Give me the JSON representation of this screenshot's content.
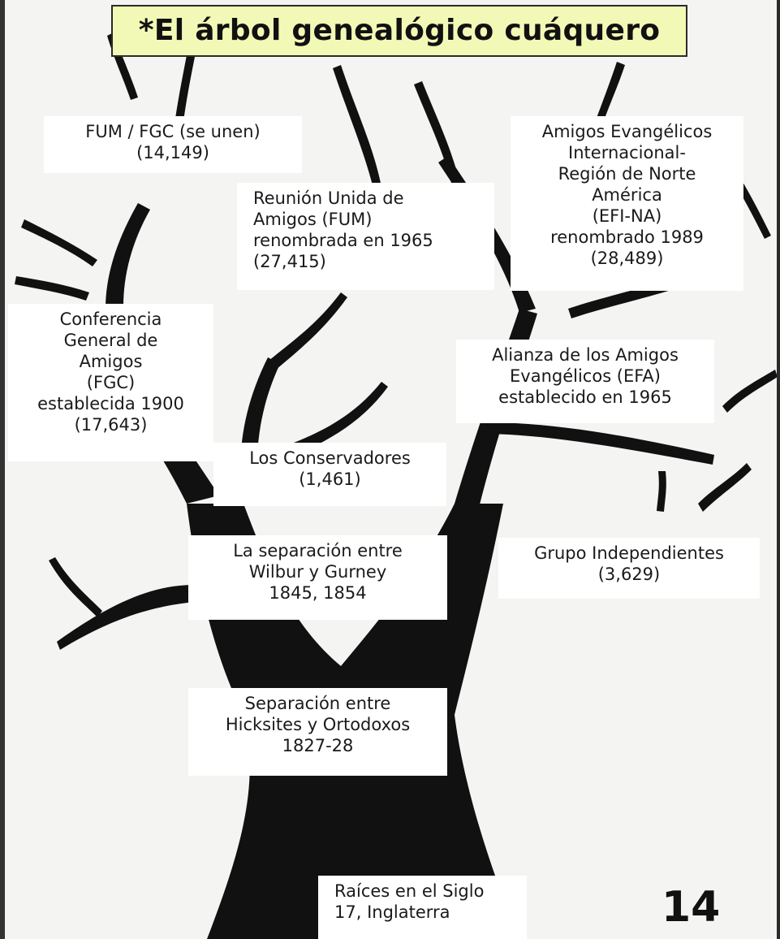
{
  "title": "*El árbol genealógico cuáquero",
  "page_number": "14",
  "nodes": {
    "fum_fgc": "FUM / FGC (se unen)\n(14,149)",
    "efi_na": "Amigos Evangélicos\nInternacional-\nRegión de Norte\nAmérica\n(EFI-NA)\nrenombrado 1989\n(28,489)",
    "fum": "Reunión Unida de\nAmigos (FUM)\nrenombrada en 1965\n(27,415)",
    "fgc": "Conferencia\nGeneral de\nAmigos\n(FGC)\nestablecida 1900\n(17,643)",
    "efa": "Alianza de los Amigos\nEvangélicos (EFA)\nestablecido en 1965",
    "conservadores": "Los Conservadores\n(1,461)",
    "wilbur_gurney": "La separación entre\nWilbur y Gurney\n1845, 1854",
    "independientes": "Grupo Independientes\n(3,629)",
    "hicksites": "Separación entre\nHicksites y Ortodoxos\n1827-28",
    "raices": "Raíces en el  Siglo\n17, Inglaterra"
  },
  "colors": {
    "title_background": "#f2f9b6",
    "tree_ink": "#111111",
    "box_background": "#ffffff"
  }
}
